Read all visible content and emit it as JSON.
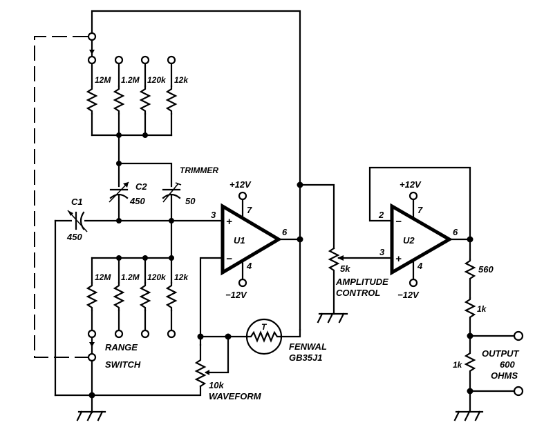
{
  "diagram": {
    "title": "Wien-bridge audio oscillator schematic",
    "components": {
      "top_range_resistors": [
        "12M",
        "1.2M",
        "120k",
        "12k"
      ],
      "bottom_range_resistors": [
        "12M",
        "1.2M",
        "120k",
        "12k"
      ],
      "range_switch_label": [
        "RANGE",
        "SWITCH"
      ],
      "c1": {
        "name": "C1",
        "value": "450"
      },
      "c2": {
        "name": "C2",
        "value": "450"
      },
      "trimmer": {
        "name": "TRIMMER",
        "value": "50"
      },
      "u1": {
        "name": "U1",
        "pin_plus": "3",
        "pin_out": "6",
        "pin_vpos": "7",
        "pin_vneg": "4",
        "plus_sign": "+",
        "minus_sign": "−",
        "vpos": "+12V",
        "vneg": "−12V"
      },
      "u2": {
        "name": "U2",
        "pin_minus": "2",
        "pin_plus": "3",
        "pin_out": "6",
        "pin_vpos": "7",
        "pin_vneg": "4",
        "plus_sign": "+",
        "minus_sign": "−",
        "vpos": "+12V",
        "vneg": "−12V"
      },
      "thermistor": {
        "symbol": "T",
        "label": [
          "FENWAL",
          "GB35J1"
        ]
      },
      "waveform_pot": {
        "value": "10k",
        "label": "WAVEFORM"
      },
      "amplitude_pot": {
        "value": "5k",
        "label": [
          "AMPLITUDE",
          "CONTROL"
        ]
      },
      "output_chain": {
        "r1": "560",
        "r2": "1k",
        "r3": "1k"
      },
      "output_label": [
        "OUTPUT",
        "600",
        "OHMS"
      ]
    }
  }
}
